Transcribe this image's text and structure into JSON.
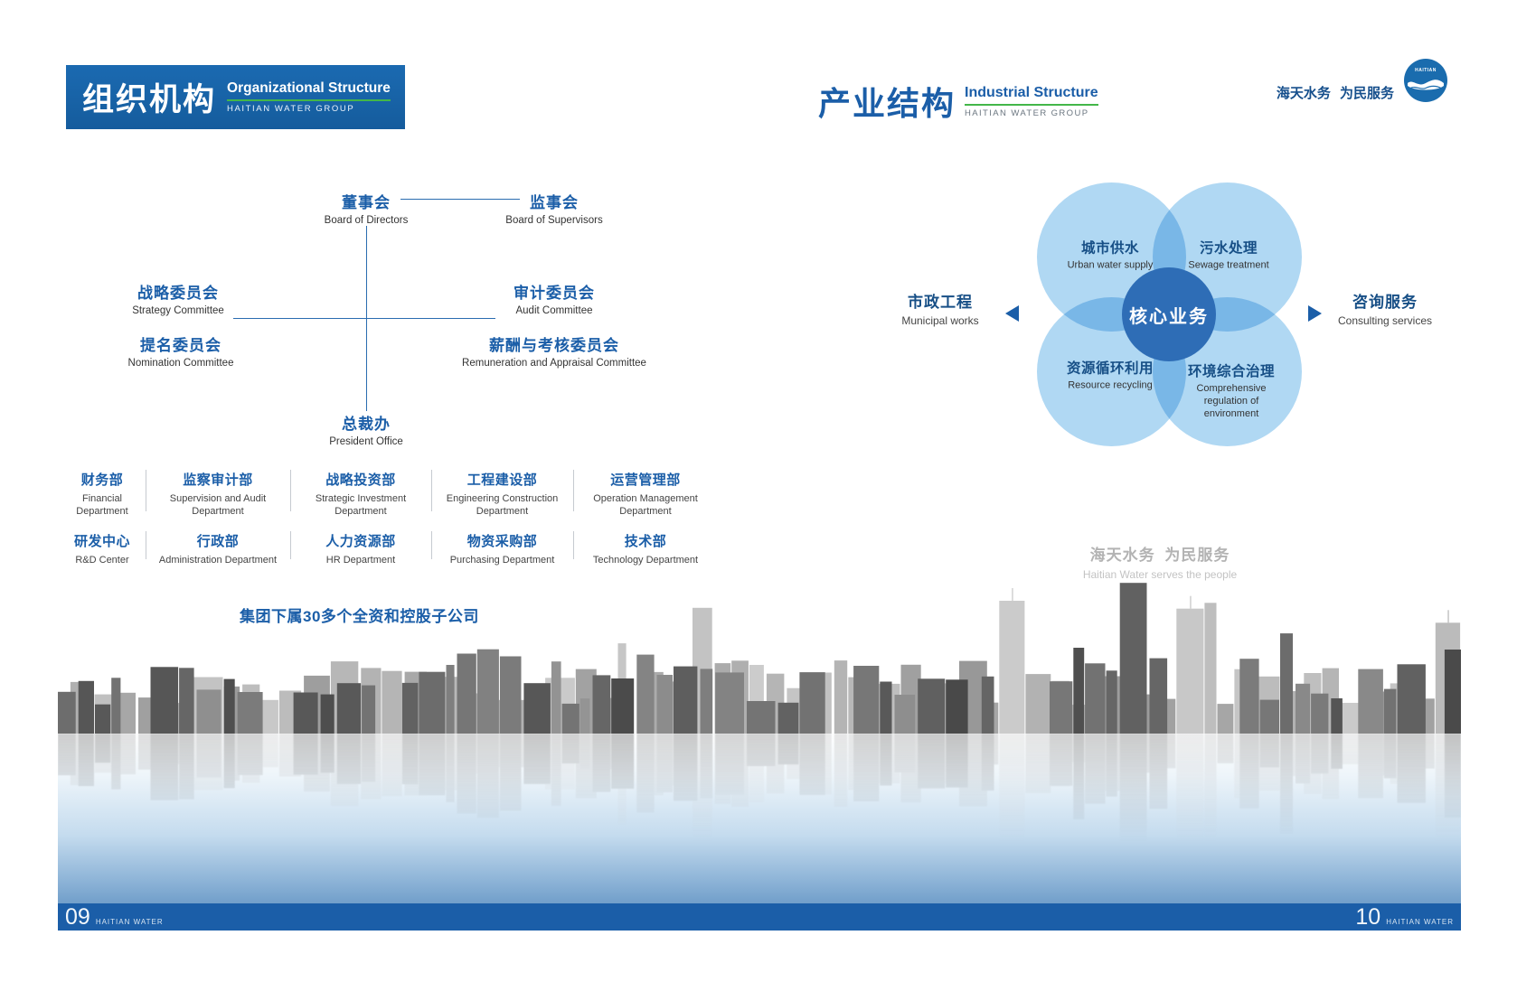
{
  "brand": {
    "slogan_cn": "海天水务 为民服务",
    "logo_text": "HAITIAN",
    "colors": {
      "primary_blue": "#1b5ea8",
      "accent_green": "#43b649",
      "venn_light_blue": "#b0d8f3",
      "venn_core_blue": "#2e6db6",
      "footer_blue": "#1b5ea8"
    }
  },
  "left_page": {
    "header": {
      "title_cn": "组织机构",
      "title_en": "Organizational Structure",
      "group": "HAITIAN WATER GROUP"
    },
    "org_chart": {
      "board": {
        "cn": "董事会",
        "en": "Board of Directors"
      },
      "supervisors": {
        "cn": "监事会",
        "en": "Board of Supervisors"
      },
      "committees": [
        {
          "cn": "战略委员会",
          "en": "Strategy Committee"
        },
        {
          "cn": "审计委员会",
          "en": "Audit Committee"
        },
        {
          "cn": "提名委员会",
          "en": "Nomination Committee"
        },
        {
          "cn": "薪酬与考核委员会",
          "en": "Remuneration and Appraisal Committee"
        }
      ],
      "president": {
        "cn": "总裁办",
        "en": "President Office"
      },
      "departments_row1": [
        {
          "cn": "财务部",
          "en": "Financial Department"
        },
        {
          "cn": "监察审计部",
          "en": "Supervision and Audit Department"
        },
        {
          "cn": "战略投资部",
          "en": "Strategic Investment Department"
        },
        {
          "cn": "工程建设部",
          "en": "Engineering Construction Department"
        },
        {
          "cn": "运营管理部",
          "en": "Operation Management Department"
        }
      ],
      "departments_row2": [
        {
          "cn": "研发中心",
          "en": "R&D Center"
        },
        {
          "cn": "行政部",
          "en": "Administration Department"
        },
        {
          "cn": "人力资源部",
          "en": "HR Department"
        },
        {
          "cn": "物资采购部",
          "en": "Purchasing Department"
        },
        {
          "cn": "技术部",
          "en": "Technology Department"
        }
      ],
      "subsidiaries_note": "集团下属30多个全资和控股子公司"
    },
    "footer": {
      "page": "09",
      "brand": "HAITIAN WATER"
    }
  },
  "right_page": {
    "header": {
      "title_cn": "产业结构",
      "title_en": "Industrial Structure",
      "group": "HAITIAN WATER GROUP"
    },
    "diagram": {
      "core": {
        "cn": "核心业务"
      },
      "urban_water": {
        "cn": "城市供水",
        "en": "Urban water supply"
      },
      "sewage": {
        "cn": "污水处理",
        "en": "Sewage treatment"
      },
      "recycling": {
        "cn": "资源循环利用",
        "en": "Resource recycling"
      },
      "environment": {
        "cn": "环境综合治理",
        "en": "Comprehensive regulation of environment"
      },
      "municipal": {
        "cn": "市政工程",
        "en": "Municipal works"
      },
      "consulting": {
        "cn": "咨询服务",
        "en": "Consulting services"
      }
    },
    "watermark": {
      "cn": "海天水务 为民服务",
      "en": "Haitian Water serves the people"
    },
    "footer": {
      "page": "10",
      "brand": "HAITIAN WATER"
    }
  }
}
